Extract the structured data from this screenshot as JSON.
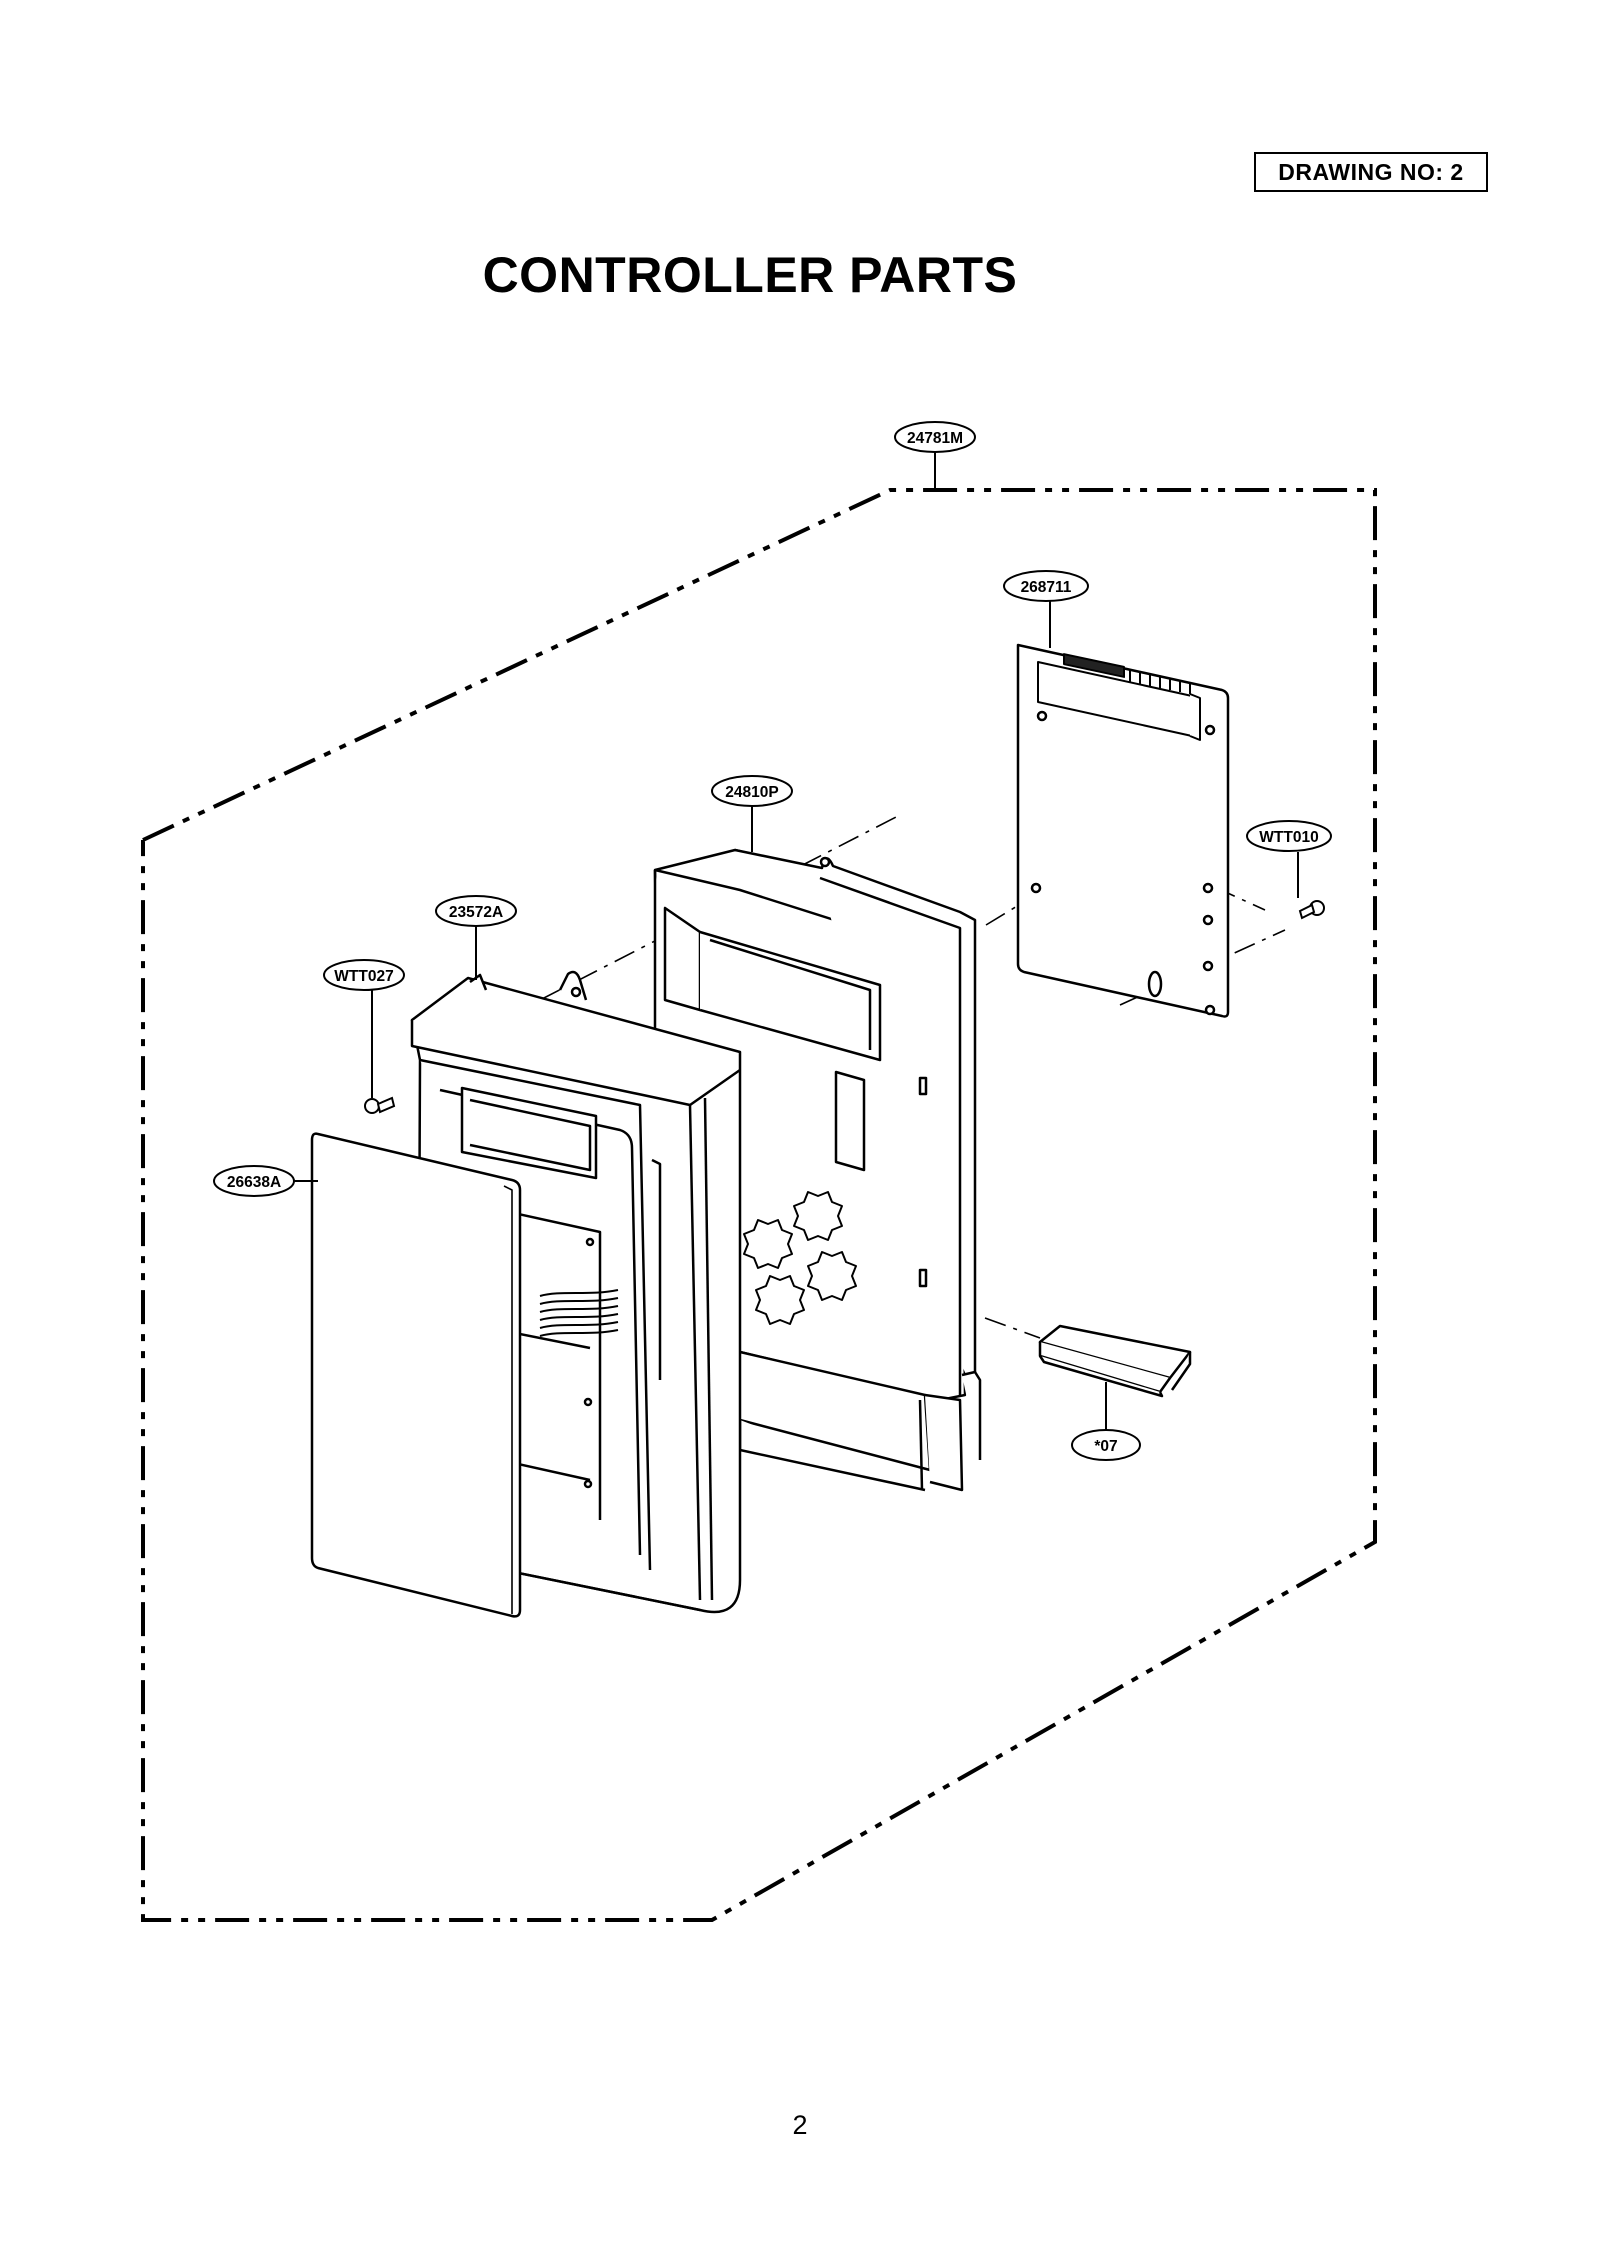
{
  "header": {
    "drawing_no": "DRAWING NO: 2"
  },
  "title": "CONTROLLER PARTS",
  "callouts": {
    "assembly": "24781M",
    "pcb": "268711",
    "pcb_screw": "WTT010",
    "frame": "24810P",
    "panel": "23572A",
    "panel_screw": "WTT027",
    "membrane": "26638A",
    "battery": "*07"
  },
  "page_number": "2"
}
